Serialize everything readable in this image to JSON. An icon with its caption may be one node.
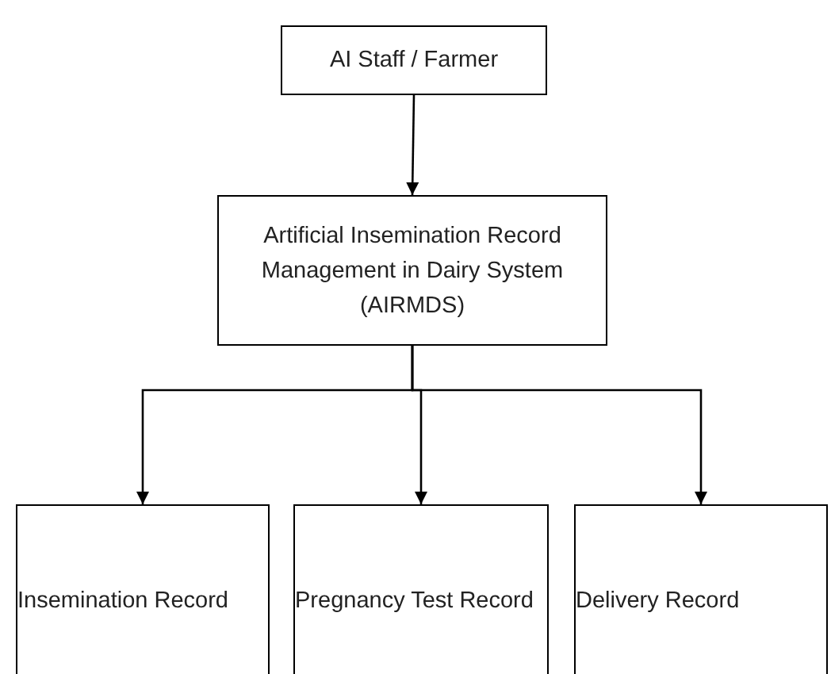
{
  "diagram": {
    "nodes": [
      {
        "text": [
          "AI Staff / Farmer"
        ]
      },
      {
        "text": [
          "Artificial Insemination Record Management in Dairy System (AIRMDS)"
        ]
      },
      {
        "text": [
          "Insemination Record"
        ]
      },
      {
        "text": [
          "Pregnancy Test Record"
        ]
      },
      {
        "text": [
          "Delivery Record"
        ]
      }
    ],
    "edges": [
      {
        "from": 0,
        "to": 1,
        "arrow": "to"
      },
      {
        "from": 1,
        "to": 2,
        "arrow": "to"
      },
      {
        "from": 1,
        "to": 3,
        "arrow": "to"
      },
      {
        "from": 1,
        "to": 4,
        "arrow": "to"
      }
    ]
  }
}
